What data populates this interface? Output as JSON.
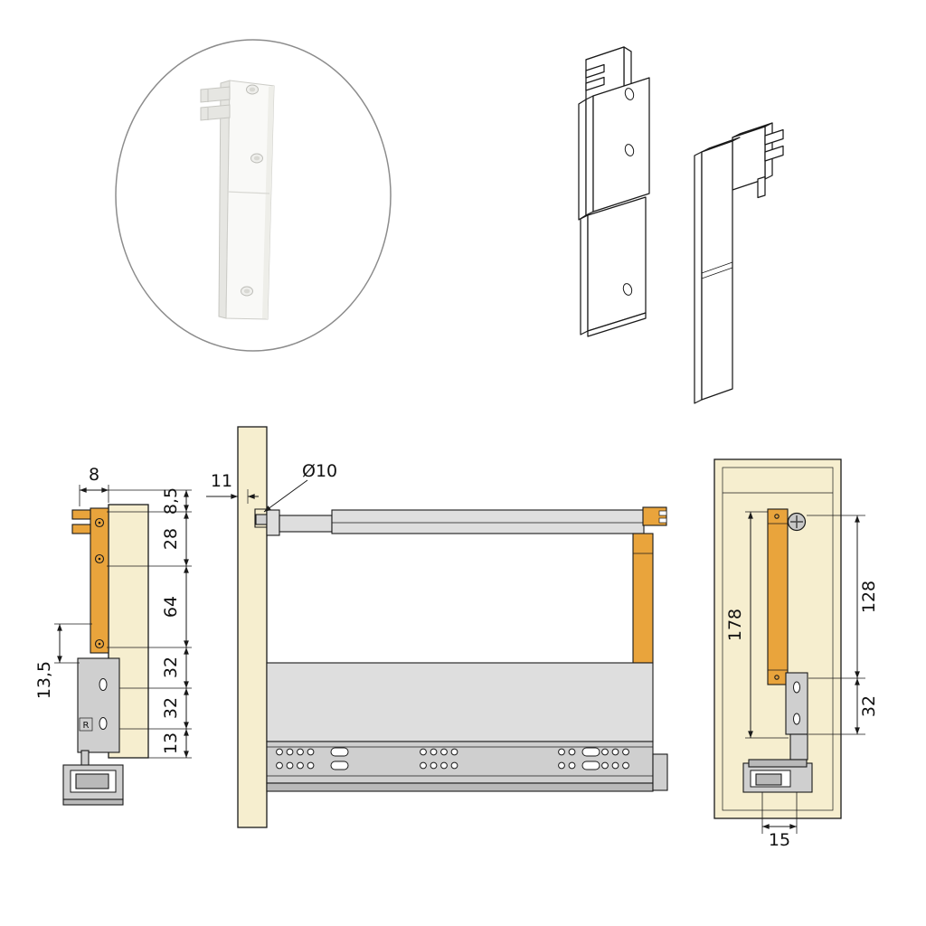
{
  "page": {
    "background": "#ffffff",
    "description": "Installation drawing of drawer front fixing brackets with slide rail"
  },
  "colors": {
    "wood": "#f6eecf",
    "orange": "#e9a43c",
    "steel_light": "#dedede",
    "steel_mid": "#cfcfcf",
    "steel_dark": "#b9b9b9",
    "line": "#1a1a1a",
    "photo_white": "#f9f9f7",
    "photo_shade": "#e6e6e2"
  },
  "dims": {
    "side": {
      "w8": "8",
      "h8_5": "8,5",
      "h28": "28",
      "h64": "64",
      "h32a": "32",
      "h32b": "32",
      "h13": "13",
      "h13_5": "13,5",
      "stamp": "R"
    },
    "section": {
      "d11": "11",
      "dia10": "Ø10"
    },
    "back": {
      "h178": "178",
      "h128": "128",
      "h32": "32",
      "w15": "15"
    }
  }
}
